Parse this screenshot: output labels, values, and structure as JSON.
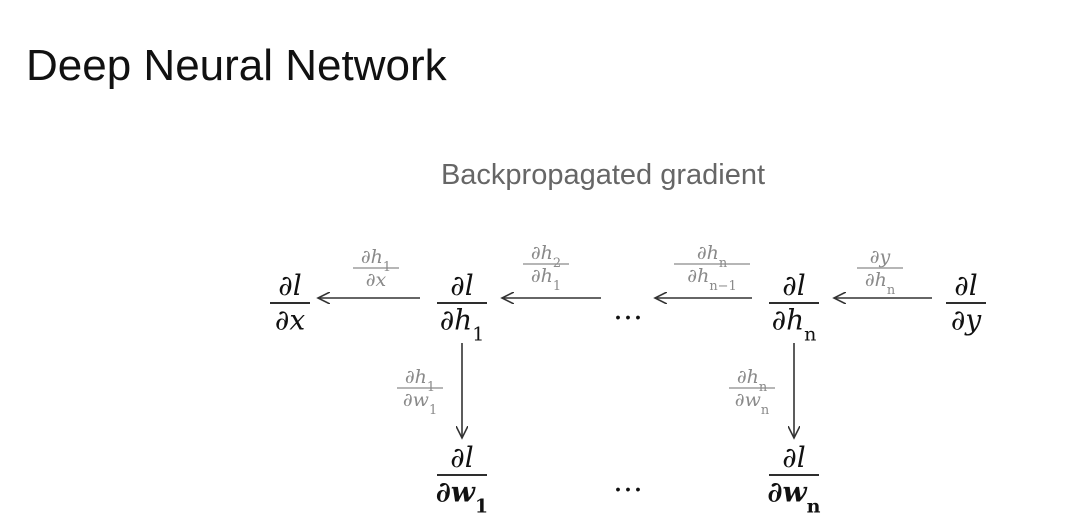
{
  "slide": {
    "title": "Deep Neural Network"
  },
  "diagram": {
    "subtitle": "Backpropagated gradient",
    "colors": {
      "node": "#111111",
      "edge_label": "#8a8a8a",
      "arrow": "#333333",
      "subtitle": "#666666"
    },
    "nodes": [
      {
        "id": "dl-dx",
        "num": "∂l",
        "den": "∂x",
        "den_sub": "",
        "den_bold": false
      },
      {
        "id": "dl-dh1",
        "num": "∂l",
        "den": "∂h",
        "den_sub": "1",
        "den_bold": false
      },
      {
        "id": "dl-dhn",
        "num": "∂l",
        "den": "∂h",
        "den_sub": "n",
        "den_bold": false
      },
      {
        "id": "dl-dy",
        "num": "∂l",
        "den": "∂y",
        "den_sub": "",
        "den_bold": false
      },
      {
        "id": "dl-dw1",
        "num": "∂l",
        "den": "∂w",
        "den_sub": "1",
        "den_bold": true
      },
      {
        "id": "dl-dwn",
        "num": "∂l",
        "den": "∂w",
        "den_sub": "n",
        "den_bold": true
      }
    ],
    "ellipses": [
      {
        "id": "top-ellipsis",
        "text": "…"
      },
      {
        "id": "bottom-ellipsis",
        "text": "…"
      }
    ],
    "edges": [
      {
        "id": "edge-dh1-dx",
        "from": "dl-dh1",
        "to": "dl-dx",
        "label_num": "∂h",
        "label_num_sub": "1",
        "label_den": "∂x",
        "label_den_sub": ""
      },
      {
        "id": "edge-ellip-dh1",
        "from": "top-ellipsis",
        "to": "dl-dh1",
        "label_num": "∂h",
        "label_num_sub": "2",
        "label_den": "∂h",
        "label_den_sub": "1"
      },
      {
        "id": "edge-dhn-ellip",
        "from": "dl-dhn",
        "to": "top-ellipsis",
        "label_num": "∂h",
        "label_num_sub": "n",
        "label_den": "∂h",
        "label_den_sub": "n−1"
      },
      {
        "id": "edge-dy-dhn",
        "from": "dl-dy",
        "to": "dl-dhn",
        "label_num": "∂y",
        "label_num_sub": "",
        "label_den": "∂h",
        "label_den_sub": "n"
      },
      {
        "id": "edge-dh1-dw1",
        "from": "dl-dh1",
        "to": "dl-dw1",
        "label_num": "∂h",
        "label_num_sub": "1",
        "label_den": "∂w",
        "label_den_sub": "1"
      },
      {
        "id": "edge-dhn-dwn",
        "from": "dl-dhn",
        "to": "dl-dwn",
        "label_num": "∂h",
        "label_num_sub": "n",
        "label_den": "∂w",
        "label_den_sub": "n"
      }
    ]
  }
}
